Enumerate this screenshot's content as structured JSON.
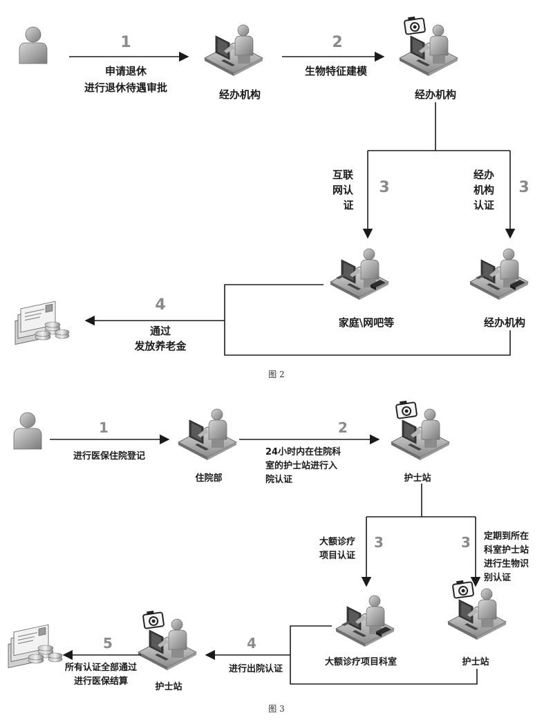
{
  "figure2": {
    "caption": "图 2",
    "applicant_text": [
      "申请退休",
      "进行退休待遇审批"
    ],
    "step1": "1",
    "agency_label": "经办机构",
    "step2": "2",
    "biometric_text": "生物特征建模",
    "agency_camera_label": "经办机构",
    "internet_text": [
      "互联",
      "网认",
      "证"
    ],
    "step3_left": "3",
    "agency_auth_text": [
      "经办",
      "机构",
      "认证"
    ],
    "step3_right": "3",
    "home_label": "家庭\\网吧等",
    "agency_bottom_label": "经办机构",
    "step4": "4",
    "pension_text": [
      "通过",
      "发放养老金"
    ]
  },
  "figure3": {
    "caption": "图 3",
    "step1": "1",
    "register_text": "进行医保住院登记",
    "hospital_dept_label": "住院部",
    "step2": "2",
    "within24_text": [
      "24小时内在住院科",
      "室的护士站进行入",
      "院认证"
    ],
    "nurse_station_label": "护士站",
    "major_text": [
      "大额诊疗",
      "项目认证"
    ],
    "step3_left": "3",
    "periodic_text": [
      "定期到所在",
      "科室护士站",
      "进行生物识",
      "别认证"
    ],
    "step3_right": "3",
    "major_dept_label": "大额诊疗项目科室",
    "nurse_station2_label": "护士站",
    "step4": "4",
    "discharge_text": "进行出院认证",
    "nurse_station3_label": "护士站",
    "step5": "5",
    "settle_text": [
      "所有认证全部通过",
      "进行医保结算"
    ]
  }
}
